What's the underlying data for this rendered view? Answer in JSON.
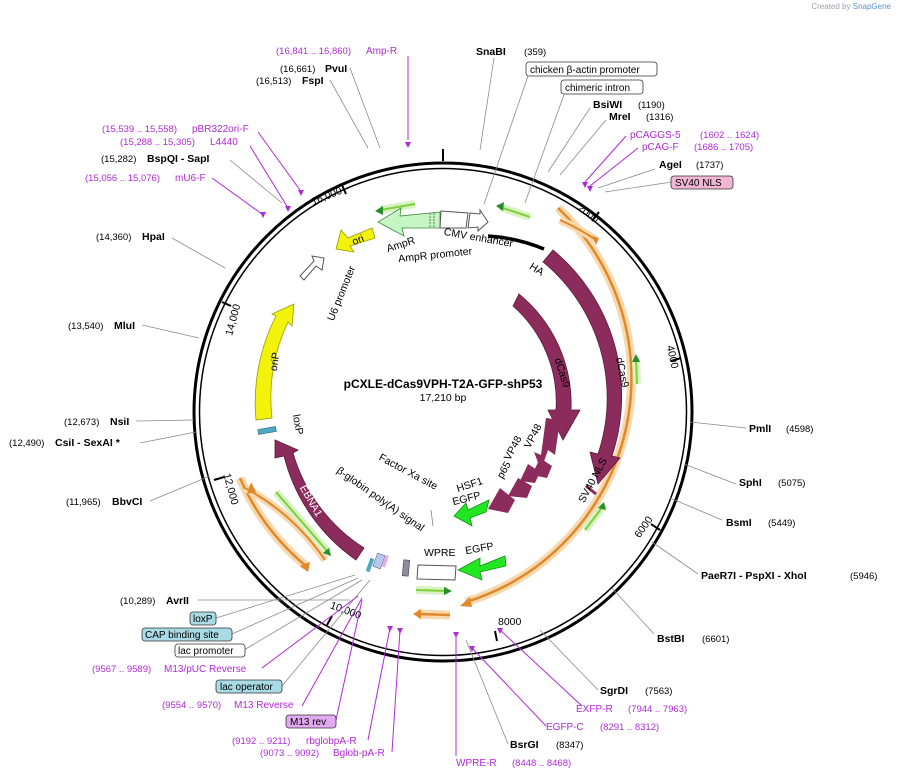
{
  "credit": {
    "prefix": "Created by",
    "brand": "SnapGene"
  },
  "plasmid": {
    "name": "pCXLE-dCas9VPH-T2A-GFP-shP53",
    "size_label": "17,210 bp"
  },
  "ticks": [
    "2000",
    "4000",
    "6000",
    "8000",
    "10,000",
    "12,000",
    "14,000",
    "16,000"
  ],
  "enzymes": [
    {
      "name": "SnaBI",
      "pos": "(359)"
    },
    {
      "name": "BsiWI",
      "pos": "(1190)"
    },
    {
      "name": "MreI",
      "pos": "(1316)"
    },
    {
      "name": "AgeI",
      "pos": "(1737)"
    },
    {
      "name": "PmlI",
      "pos": "(4598)"
    },
    {
      "name": "SphI",
      "pos": "(5075)"
    },
    {
      "name": "BsmI",
      "pos": "(5449)"
    },
    {
      "name": "PaeR7I - PspXI - XhoI",
      "pos": "(5946)"
    },
    {
      "name": "BstBI",
      "pos": "(6601)"
    },
    {
      "name": "SgrDI",
      "pos": "(7563)"
    },
    {
      "name": "BsrGI",
      "pos": "(8347)"
    },
    {
      "name": "AvrII",
      "pos": "(10,289)"
    },
    {
      "name": "BbvCI",
      "pos": "(11,965)"
    },
    {
      "name": "CsiI - SexAI *",
      "pos": "(12,490)"
    },
    {
      "name": "NsiI",
      "pos": "(12,673)"
    },
    {
      "name": "MluI",
      "pos": "(13,540)"
    },
    {
      "name": "HpaI",
      "pos": "(14,360)"
    },
    {
      "name": "BspQI - SapI",
      "pos": "(15,282)"
    },
    {
      "name": "FspI",
      "pos": "(16,513)"
    },
    {
      "name": "PvuI",
      "pos": "(16,661)"
    }
  ],
  "primers": [
    {
      "name": "Amp-R",
      "pos": "(16,841 .. 16,860)"
    },
    {
      "name": "pBR322ori-F",
      "pos": "(15,539 .. 15,558)"
    },
    {
      "name": "L4440",
      "pos": "(15,288 .. 15,305)"
    },
    {
      "name": "mU6-F",
      "pos": "(15,056 .. 15,076)"
    },
    {
      "name": "pCAGGS-5",
      "pos": "(1602 .. 1624)"
    },
    {
      "name": "pCAG-F",
      "pos": "(1686 .. 1705)"
    },
    {
      "name": "EXFP-R",
      "pos": "(7944 .. 7963)"
    },
    {
      "name": "EGFP-C",
      "pos": "(8291 .. 8312)"
    },
    {
      "name": "WPRE-R",
      "pos": "(8448 .. 8468)"
    },
    {
      "name": "rbglobpA-R",
      "pos": "(9192 .. 9211)"
    },
    {
      "name": "Bglob-pA-R",
      "pos": "(9073 .. 9092)"
    },
    {
      "name": "M13/pUC Reverse",
      "pos": "(9567 .. 9589)"
    },
    {
      "name": "M13 Reverse",
      "pos": "(9554 .. 9570)"
    }
  ],
  "boxed_features": [
    {
      "name": "chicken β-actin promoter",
      "color": "#ffffff"
    },
    {
      "name": "chimeric intron",
      "color": "#ffffff"
    },
    {
      "name": "SV40 NLS",
      "color": "#f0b6d4"
    },
    {
      "name": "loxP",
      "color": "#a9dbe6"
    },
    {
      "name": "CAP binding site",
      "color": "#a9dbe6"
    },
    {
      "name": "lac promoter",
      "color": "#ffffff"
    },
    {
      "name": "lac operator",
      "color": "#a9dbe6"
    },
    {
      "name": "M13 rev",
      "color": "#e2a8f0"
    }
  ],
  "features": {
    "ori": "ori",
    "ampr": "AmpR",
    "ampr_promoter": "AmpR promoter",
    "cmv": "CMV enhancer",
    "ha": "HA",
    "dcas9_inner": "dCas9",
    "dcas9_outer": "dCas9",
    "vp48a": "VP48",
    "vp48b": "VP48",
    "p65": "p65",
    "hsf1": "HSF1",
    "egfp_a": "EGFP",
    "sv40nls_inner": "SV40 NLS",
    "factor_xa": "Factor Xa site",
    "egfp_b": "EGFP",
    "wpre": "WPRE",
    "bglobin": "β-globin poly(A) signal",
    "ebna1": "EBNA1",
    "loxp_inner": "loxP",
    "orip": "oriP",
    "u6": "U6 promoter"
  },
  "colors": {
    "backbone": "#000000",
    "cds_maroon": "#8c2c5c",
    "egfp_green": "#22e622",
    "orip_yellow": "#f2f20a",
    "ori_yellow": "#f2f20a",
    "ampr_green": "#c6f5c4",
    "orf_orange": "#e0882a",
    "orf_glow": "#f8d8ae",
    "orf_green_arrow": "#7ecf3a",
    "primer_purple": "#b02ad6",
    "line_gray": "#8a8a8a"
  }
}
